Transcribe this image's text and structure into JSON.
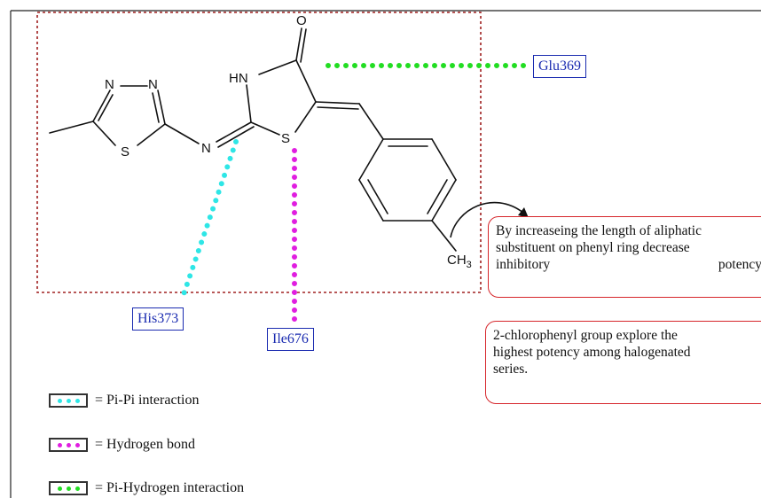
{
  "molecule": {
    "atoms": {
      "thiadiazole_n1": "N",
      "thiadiazole_n2": "N",
      "thiadiazole_s": "S",
      "imine_n": "N",
      "nh": "HN",
      "carbonyl_o": "O",
      "thiazolidine_s": "S",
      "methyl": "CH3"
    }
  },
  "residues": {
    "glu": "Glu369",
    "his": "His373",
    "ile": "Ile676"
  },
  "notes": {
    "aliphatic": {
      "line1": "By increaseing the length of aliphatic",
      "line2": "substituent on phenyl ring decrease",
      "line3": "inhibitory potency"
    },
    "chlorophenyl": {
      "line1": "2-chlorophenyl group explore the",
      "line2": "highest potency among halogenated",
      "line3": "series."
    }
  },
  "legend": [
    {
      "label": "= Pi-Pi interaction",
      "color": "#2ee6e6"
    },
    {
      "label": "= Hydrogen bond",
      "color": "#e01ee0"
    },
    {
      "label": "= Pi-Hydrogen interaction",
      "color": "#22dd22"
    }
  ],
  "colors": {
    "pi_pi": "#2ee6e6",
    "hydrogen_bond": "#e01ee0",
    "pi_hydrogen": "#22dd22",
    "residue_box": "#1a2bb0",
    "note_border": "#d6262b",
    "dashed_box": "#a02020"
  }
}
